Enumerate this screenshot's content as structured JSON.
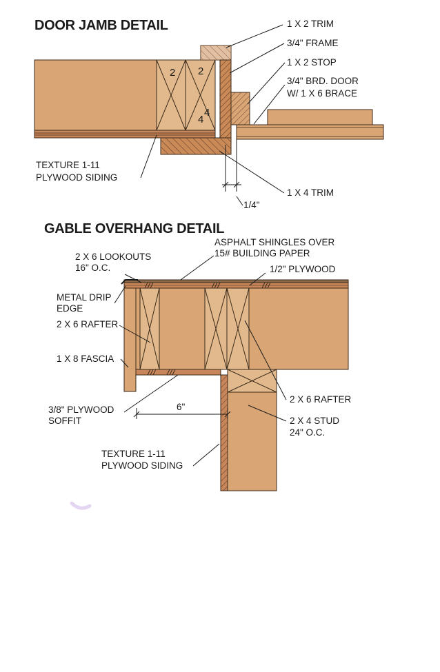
{
  "door_jamb": {
    "title": "DOOR JAMB DETAIL",
    "labels": {
      "trim_1x2": "1 X 2 TRIM",
      "frame": "3/4\" FRAME",
      "stop": "1 X 2 STOP",
      "door_line1": "3/4\" BRD. DOOR",
      "door_line2": "W/ 1 X 6 BRACE",
      "siding_line1": "TEXTURE 1-11",
      "siding_line2": "PLYWOOD SIDING",
      "trim_1x4": "1 X 4 TRIM",
      "gap": "1/4\""
    },
    "post_marks": {
      "a": "2",
      "b": "2",
      "c": "4",
      "d": "4"
    }
  },
  "gable": {
    "title": "GABLE OVERHANG DETAIL",
    "labels": {
      "shingles_line1": "ASPHALT SHINGLES OVER",
      "shingles_line2": "15# BUILDING PAPER",
      "lookouts_line1": "2 X 6 LOOKOUTS",
      "lookouts_line2": "16\" O.C.",
      "plywood": "1/2\" PLYWOOD",
      "drip_line1": "METAL DRIP",
      "drip_line2": "EDGE",
      "rafter_left": "2 X 6 RAFTER",
      "fascia": "1 X 8 FASCIA",
      "soffit_line1": "3/8\" PLYWOOD",
      "soffit_line2": "SOFFIT",
      "overhang": "6\"",
      "rafter_right": "2 X 6 RAFTER",
      "stud_line1": "2 X 4 STUD",
      "stud_line2": "24\" O.C.",
      "siding_line1": "TEXTURE 1-11",
      "siding_line2": "PLYWOOD SIDING"
    }
  },
  "colors": {
    "wood": "#d9a574",
    "wood_dark": "#c98a57",
    "wood_light": "#e2b98c",
    "ply": "#c9865a",
    "line": "#3a2a1a"
  }
}
